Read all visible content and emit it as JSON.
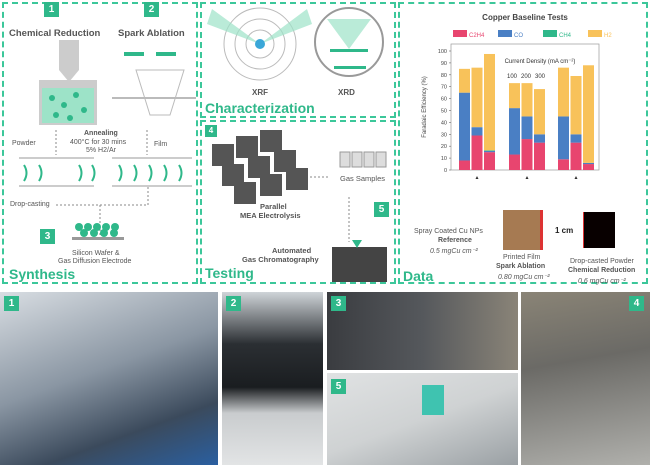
{
  "synthesis": {
    "title": "Synthesis",
    "step1": {
      "num": "1",
      "label": "Chemical Reduction"
    },
    "step2": {
      "num": "2",
      "label": "Spark Ablation"
    },
    "powder": "Powder",
    "film": "Film",
    "annealing": "Annealing",
    "anneal_cond1": "400°C for 30 mins",
    "anneal_cond2": "5% H2/Ar",
    "dropcasting": "Drop-casting",
    "step3": {
      "num": "3",
      "label1": "Silicon Wafer &",
      "label2": "Gas Diffusion Electrode"
    }
  },
  "characterization": {
    "title": "Characterization",
    "xrf": "XRF",
    "xrd": "XRD"
  },
  "testing": {
    "title": "Testing",
    "step4": "4",
    "step5": "5",
    "mea1": "Parallel",
    "mea2": "MEA Electrolysis",
    "gas_samples": "Gas Samples",
    "gc1": "Automated",
    "gc2": "Gas Chromatography"
  },
  "data": {
    "title": "Data",
    "samples": [
      {
        "l1": "Spray Coated Cu NPs",
        "l2": "Reference",
        "l3": "0.5 mgCu cm⁻²"
      },
      {
        "l1": "Printed Film",
        "l2": "Spark Ablation",
        "l3": "0.80 mgCu cm⁻²"
      },
      {
        "l1": "Drop-casted Powder",
        "l2": "Chemical Reduction",
        "l3": "0.6 mgCu cm⁻²"
      }
    ],
    "scale": "1 cm"
  },
  "chart_data": {
    "type": "bar",
    "stacked": true,
    "title": "Copper Baseline Tests",
    "ylabel": "Faradaic Efficiency (%)",
    "ylim": [
      0,
      100
    ],
    "yticks": [
      "0",
      "10",
      "20",
      "30",
      "40",
      "50",
      "60",
      "70",
      "80",
      "90",
      "100"
    ],
    "annotation": "Current Density (mA cm⁻²)",
    "current_densities": [
      "100",
      "200",
      "300"
    ],
    "groups": [
      "Reference",
      "Spark Ablation",
      "Chemical Reduction"
    ],
    "series": [
      {
        "name": "C2H4",
        "color": "#e8456f",
        "values": [
          [
            8,
            29,
            15
          ],
          [
            13,
            26,
            23
          ],
          [
            9,
            23,
            5
          ]
        ]
      },
      {
        "name": "CO",
        "color": "#4a7fc4",
        "values": [
          [
            57,
            7,
            1
          ],
          [
            39,
            19,
            7
          ],
          [
            36,
            7,
            1
          ]
        ]
      },
      {
        "name": "CH4",
        "color": "#2fb88a",
        "values": [
          [
            0,
            0,
            0.5
          ],
          [
            0,
            0,
            0
          ],
          [
            0,
            0,
            0
          ]
        ]
      },
      {
        "name": "H2",
        "color": "#f8c25a",
        "values": [
          [
            20,
            50,
            81
          ],
          [
            21,
            28,
            38
          ],
          [
            41,
            49,
            82
          ]
        ]
      }
    ]
  },
  "photos": [
    "1",
    "2",
    "3",
    "5",
    "4"
  ]
}
